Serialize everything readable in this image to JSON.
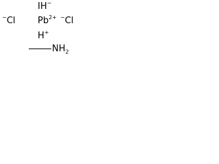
{
  "structure": {
    "top_species": {
      "symbol": "I",
      "hydrogen": "H",
      "charge": "−"
    },
    "lead_complex": {
      "left_ligand": "Cl",
      "left_charge": "−",
      "metal": "Pb",
      "metal_charge": "2+",
      "right_ligand": "Cl",
      "right_charge": "−"
    },
    "proton": {
      "symbol": "H",
      "charge": "+"
    },
    "methylamine": {
      "amine_group": "NH",
      "amine_subscript": "2"
    }
  },
  "colors": {
    "ink": "#000000",
    "background": "#ffffff"
  }
}
